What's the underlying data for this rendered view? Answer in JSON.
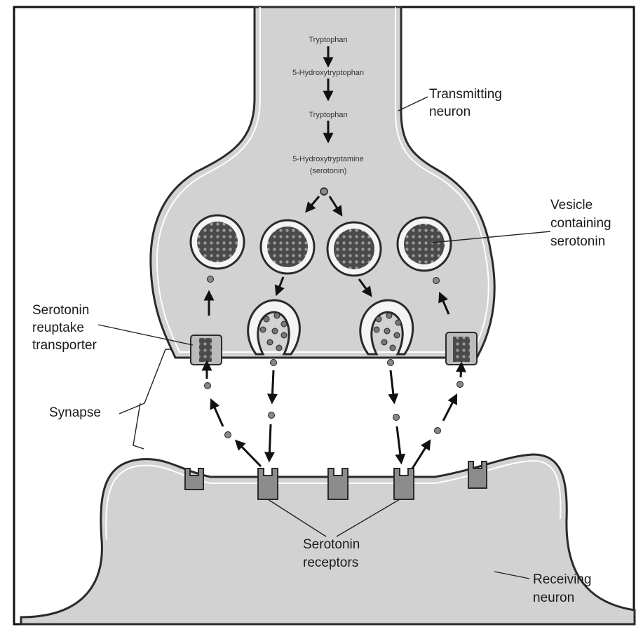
{
  "colors": {
    "neuron_fill": "#d2d2d2",
    "membrane": "#2a2a2a",
    "vesicle_fill": "#f4f4f4",
    "receptor_fill": "#8c8c8c",
    "dot_fill": "#777777"
  },
  "pathway": {
    "step1": "Tryptophan",
    "step2": "5-Hydroxytryptophan",
    "step3": "Tryptophan",
    "step4a": "5-Hydroxytryptamine",
    "step4b": "(serotonin)"
  },
  "labels": {
    "transmitting_1": "Transmitting",
    "transmitting_2": "neuron",
    "vesicle_1": "Vesicle",
    "vesicle_2": "containing",
    "vesicle_3": "serotonin",
    "reuptake_1": "Serotonin",
    "reuptake_2": "reuptake",
    "reuptake_3": "transporter",
    "synapse": "Synapse",
    "receptors_1": "Serotonin",
    "receptors_2": "receptors",
    "receiving_1": "Receiving",
    "receiving_2": "neuron"
  }
}
